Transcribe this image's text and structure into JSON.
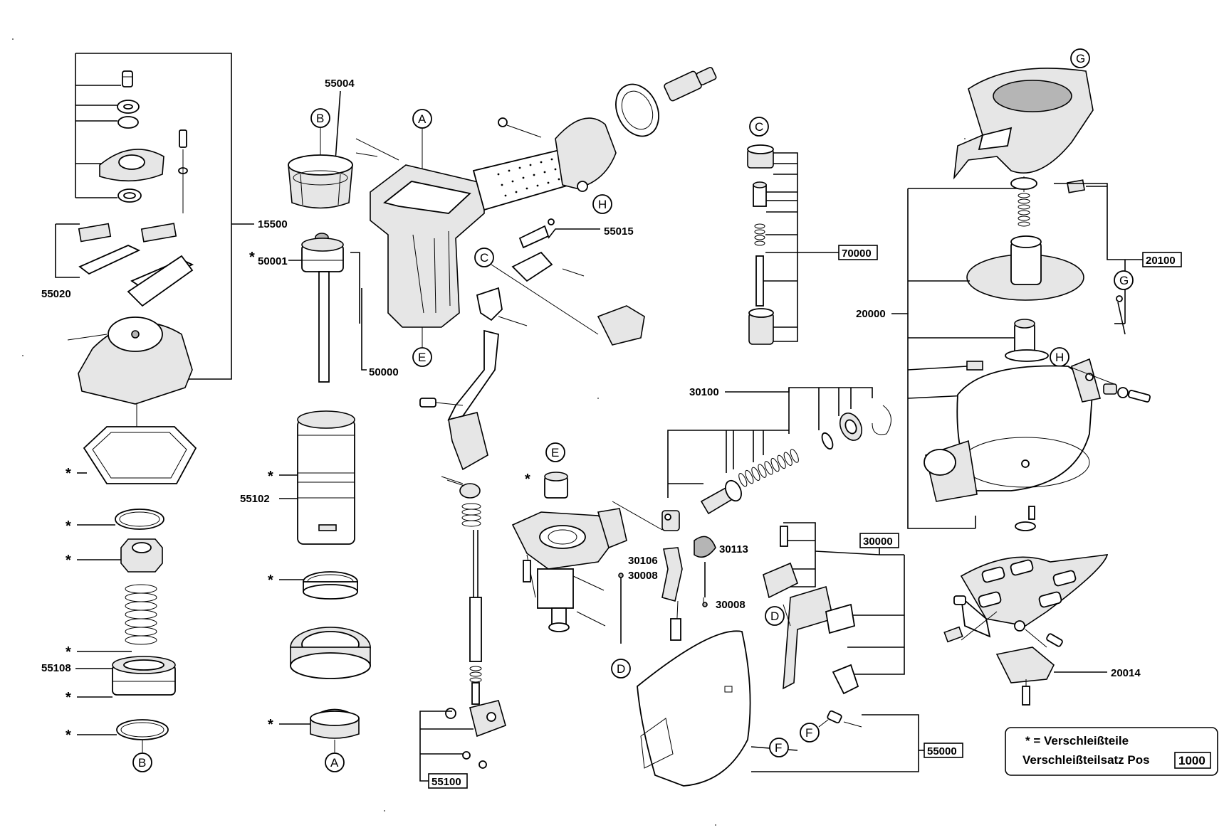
{
  "parts": {
    "p15500": "15500",
    "p55004": "55004",
    "p50001": "50001",
    "p50000": "50000",
    "p55020": "55020",
    "p55102": "55102",
    "p55108": "55108",
    "p55015": "55015",
    "p70000": "70000",
    "p20100": "20100",
    "p20000": "20000",
    "p30100": "30100",
    "p30113": "30113",
    "p30106": "30106",
    "p30008a": "30008",
    "p30008b": "30008",
    "p30000": "30000",
    "p55000": "55000",
    "p55100": "55100",
    "p20014": "20014"
  },
  "refs": {
    "A1": "A",
    "A2": "A",
    "B1": "B",
    "B2": "B",
    "C1": "C",
    "C2": "C",
    "D1": "D",
    "D2": "D",
    "E1": "E",
    "E2": "E",
    "F1": "F",
    "F2": "F",
    "G1": "G",
    "G2": "G",
    "H1": "H",
    "H2": "H"
  },
  "star": "*",
  "legend": {
    "line1": "* = Verschleißteile",
    "line2_prefix": "Verschleißteilsatz Pos",
    "line2_box": "1000"
  }
}
